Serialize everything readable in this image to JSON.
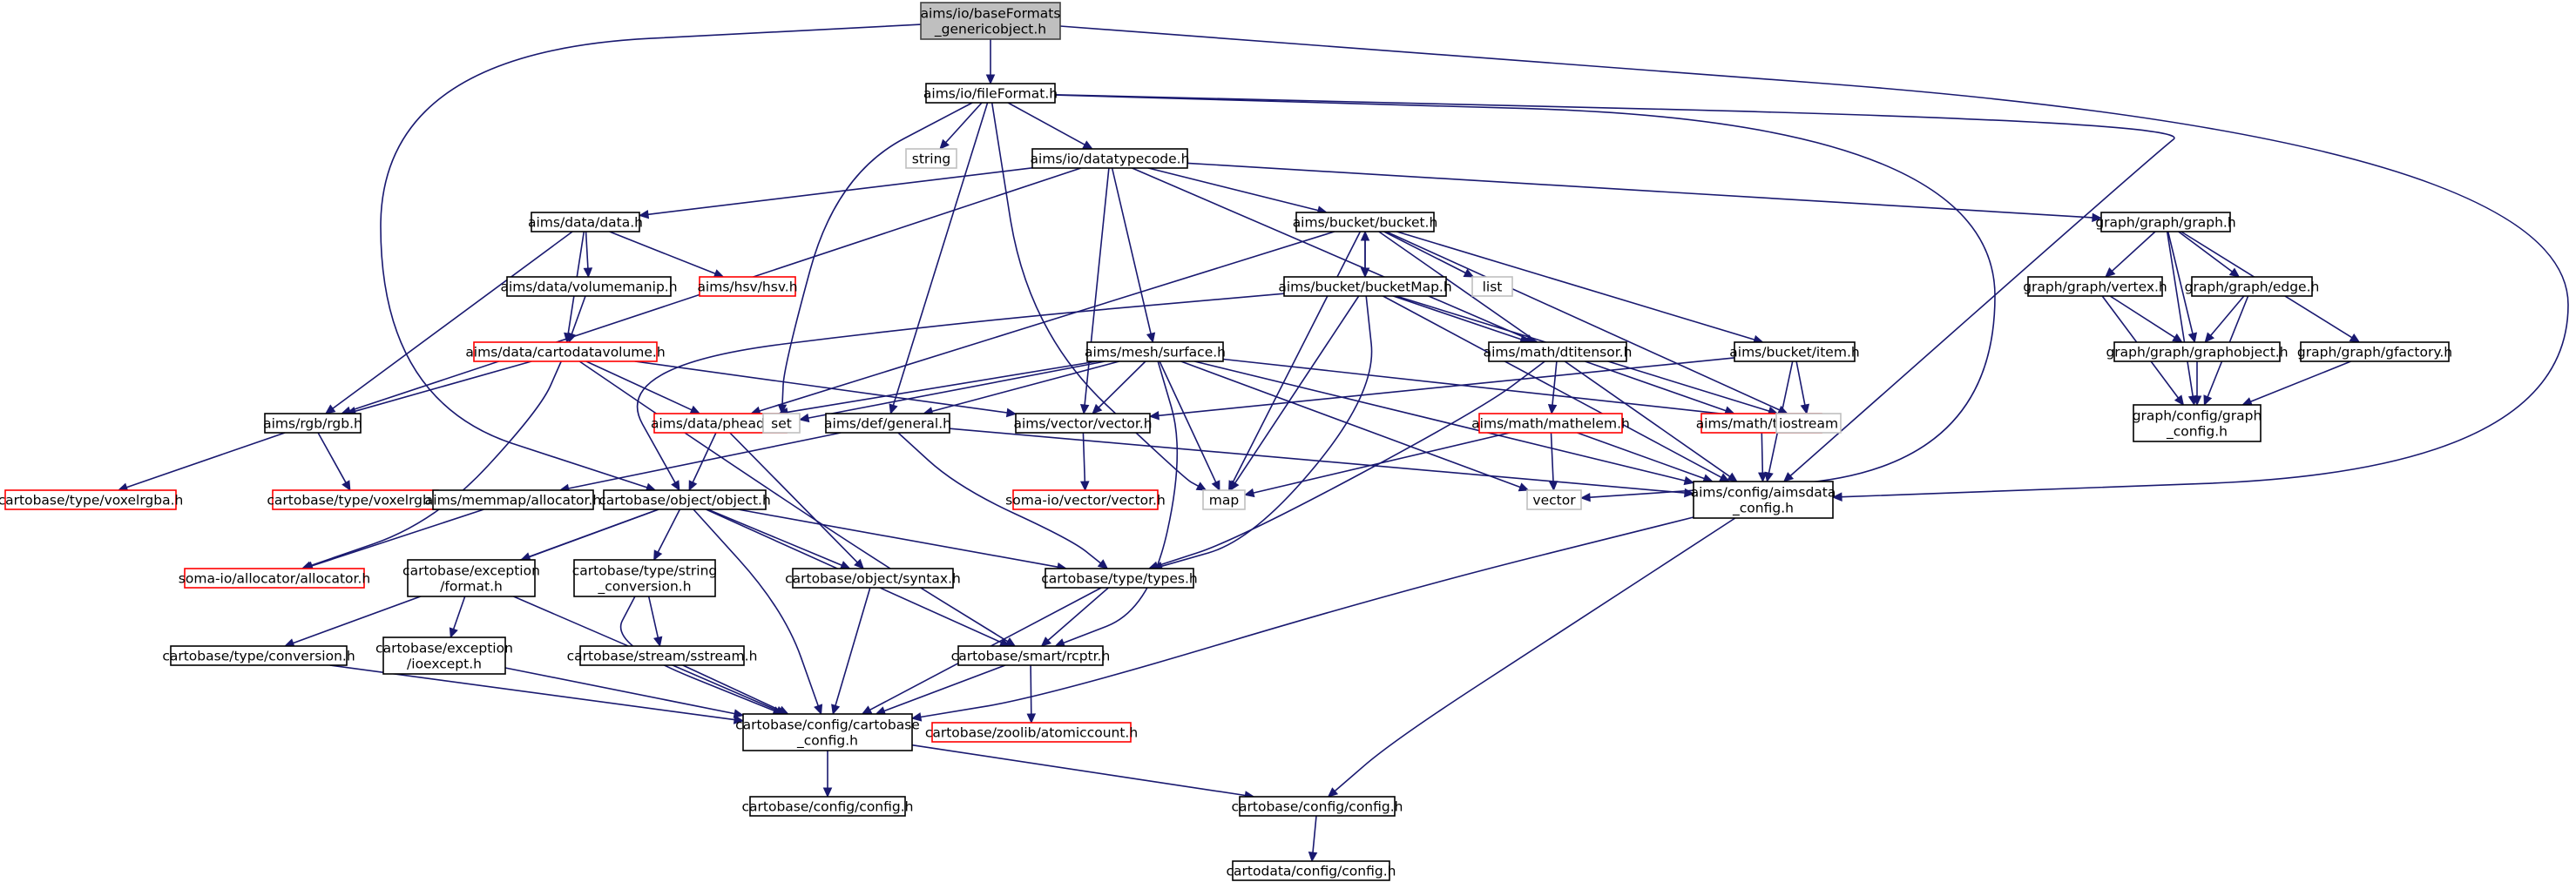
{
  "graph": {
    "title": "",
    "colors": {
      "edge": "#191970",
      "root_fill": "#bfbfbf",
      "root_border": "#404040",
      "documented_border": "#000000",
      "undocumented_border": "#ff0000",
      "system_border": "#bfbfbf",
      "text": "#000000",
      "background": "#ffffff"
    },
    "nodes": [
      {
        "id": "root",
        "lines": [
          "aims/io/baseFormats",
          "_genericobject.h"
        ],
        "kind": "root"
      },
      {
        "id": "fileFormat",
        "lines": [
          "aims/io/fileFormat.h"
        ],
        "kind": "documented"
      },
      {
        "id": "string",
        "lines": [
          "string"
        ],
        "kind": "system"
      },
      {
        "id": "datatypecode",
        "lines": [
          "aims/io/datatypecode.h"
        ],
        "kind": "documented"
      },
      {
        "id": "data",
        "lines": [
          "aims/data/data.h"
        ],
        "kind": "documented"
      },
      {
        "id": "volumemanip",
        "lines": [
          "aims/data/volumemanip.h"
        ],
        "kind": "documented"
      },
      {
        "id": "hsv",
        "lines": [
          "aims/hsv/hsv.h"
        ],
        "kind": "undocumented"
      },
      {
        "id": "cartodatavolume",
        "lines": [
          "aims/data/cartodatavolume.h"
        ],
        "kind": "undocumented"
      },
      {
        "id": "rgb",
        "lines": [
          "aims/rgb/rgb.h"
        ],
        "kind": "documented"
      },
      {
        "id": "voxelrgba",
        "lines": [
          "cartobase/type/voxelrgba.h"
        ],
        "kind": "undocumented"
      },
      {
        "id": "voxelrgb",
        "lines": [
          "cartobase/type/voxelrgb.h"
        ],
        "kind": "undocumented"
      },
      {
        "id": "pheader",
        "lines": [
          "aims/data/pheader.h"
        ],
        "kind": "undocumented"
      },
      {
        "id": "set",
        "lines": [
          "set"
        ],
        "kind": "system"
      },
      {
        "id": "general",
        "lines": [
          "aims/def/general.h"
        ],
        "kind": "documented"
      },
      {
        "id": "vectorh",
        "lines": [
          "aims/vector/vector.h"
        ],
        "kind": "documented"
      },
      {
        "id": "somavector",
        "lines": [
          "soma-io/vector/vector.h"
        ],
        "kind": "undocumented"
      },
      {
        "id": "surface",
        "lines": [
          "aims/mesh/surface.h"
        ],
        "kind": "documented"
      },
      {
        "id": "bucket",
        "lines": [
          "aims/bucket/bucket.h"
        ],
        "kind": "documented"
      },
      {
        "id": "bucketMap",
        "lines": [
          "aims/bucket/bucketMap.h"
        ],
        "kind": "documented"
      },
      {
        "id": "list",
        "lines": [
          "list"
        ],
        "kind": "system"
      },
      {
        "id": "item",
        "lines": [
          "aims/bucket/item.h"
        ],
        "kind": "documented"
      },
      {
        "id": "dtitensor",
        "lines": [
          "aims/math/dtitensor.h"
        ],
        "kind": "documented"
      },
      {
        "id": "mathelem",
        "lines": [
          "aims/math/mathelem.h"
        ],
        "kind": "undocumented"
      },
      {
        "id": "tensor",
        "lines": [
          "aims/math/tensor.h"
        ],
        "kind": "undocumented"
      },
      {
        "id": "iostream",
        "lines": [
          "iostream"
        ],
        "kind": "system"
      },
      {
        "id": "map",
        "lines": [
          "map"
        ],
        "kind": "system"
      },
      {
        "id": "vector",
        "lines": [
          "vector"
        ],
        "kind": "system"
      },
      {
        "id": "aimsdata_config",
        "lines": [
          "aims/config/aimsdata",
          "_config.h"
        ],
        "kind": "documented"
      },
      {
        "id": "graph",
        "lines": [
          "graph/graph/graph.h"
        ],
        "kind": "documented"
      },
      {
        "id": "vertex",
        "lines": [
          "graph/graph/vertex.h"
        ],
        "kind": "documented"
      },
      {
        "id": "edge",
        "lines": [
          "graph/graph/edge.h"
        ],
        "kind": "documented"
      },
      {
        "id": "graphobject",
        "lines": [
          "graph/graph/graphobject.h"
        ],
        "kind": "documented"
      },
      {
        "id": "gfactory",
        "lines": [
          "graph/graph/gfactory.h"
        ],
        "kind": "documented"
      },
      {
        "id": "graph_config",
        "lines": [
          "graph/config/graph",
          "_config.h"
        ],
        "kind": "documented"
      },
      {
        "id": "memmap_allocator",
        "lines": [
          "aims/memmap/allocator.h"
        ],
        "kind": "documented"
      },
      {
        "id": "somaallocator",
        "lines": [
          "soma-io/allocator/allocator.h"
        ],
        "kind": "undocumented"
      },
      {
        "id": "objecth",
        "lines": [
          "cartobase/object/object.h"
        ],
        "kind": "documented"
      },
      {
        "id": "exception_format",
        "lines": [
          "cartobase/exception",
          "/format.h"
        ],
        "kind": "documented"
      },
      {
        "id": "string_conversion",
        "lines": [
          "cartobase/type/string",
          "_conversion.h"
        ],
        "kind": "documented"
      },
      {
        "id": "syntax",
        "lines": [
          "cartobase/object/syntax.h"
        ],
        "kind": "documented"
      },
      {
        "id": "types",
        "lines": [
          "cartobase/type/types.h"
        ],
        "kind": "documented"
      },
      {
        "id": "conversion",
        "lines": [
          "cartobase/type/conversion.h"
        ],
        "kind": "documented"
      },
      {
        "id": "ioexcept",
        "lines": [
          "cartobase/exception",
          "/ioexcept.h"
        ],
        "kind": "documented"
      },
      {
        "id": "sstream",
        "lines": [
          "cartobase/stream/sstream.h"
        ],
        "kind": "documented"
      },
      {
        "id": "rcptr",
        "lines": [
          "cartobase/smart/rcptr.h"
        ],
        "kind": "documented"
      },
      {
        "id": "atomiccount",
        "lines": [
          "cartobase/zoolib/atomiccount.h"
        ],
        "kind": "undocumented"
      },
      {
        "id": "cartobase_config",
        "lines": [
          "cartobase/config/cartobase",
          "_config.h"
        ],
        "kind": "documented"
      },
      {
        "id": "cb_config_left",
        "lines": [
          "cartobase/config/config.h"
        ],
        "kind": "documented"
      },
      {
        "id": "cb_config_right",
        "lines": [
          "cartobase/config/config.h"
        ],
        "kind": "documented"
      },
      {
        "id": "cartodata_config",
        "lines": [
          "cartodata/config/config.h"
        ],
        "kind": "documented"
      }
    ],
    "edges": [
      [
        "root",
        "fileFormat"
      ],
      [
        "root",
        "objecth"
      ],
      [
        "root",
        "aimsdata_config"
      ],
      [
        "fileFormat",
        "string"
      ],
      [
        "fileFormat",
        "datatypecode"
      ],
      [
        "fileFormat",
        "set"
      ],
      [
        "fileFormat",
        "general"
      ],
      [
        "fileFormat",
        "map"
      ],
      [
        "fileFormat",
        "vector"
      ],
      [
        "fileFormat",
        "aimsdata_config"
      ],
      [
        "datatypecode",
        "data"
      ],
      [
        "datatypecode",
        "rgb"
      ],
      [
        "datatypecode",
        "bucket"
      ],
      [
        "datatypecode",
        "graph"
      ],
      [
        "datatypecode",
        "surface"
      ],
      [
        "datatypecode",
        "dtitensor"
      ],
      [
        "datatypecode",
        "vectorh"
      ],
      [
        "data",
        "volumemanip"
      ],
      [
        "data",
        "hsv"
      ],
      [
        "data",
        "cartodatavolume"
      ],
      [
        "data",
        "rgb"
      ],
      [
        "volumemanip",
        "cartodatavolume"
      ],
      [
        "cartodatavolume",
        "rgb"
      ],
      [
        "cartodatavolume",
        "pheader"
      ],
      [
        "cartodatavolume",
        "vectorh"
      ],
      [
        "cartodatavolume",
        "somaallocator"
      ],
      [
        "cartodatavolume",
        "rcptr"
      ],
      [
        "rgb",
        "voxelrgba"
      ],
      [
        "rgb",
        "voxelrgb"
      ],
      [
        "pheader",
        "objecth"
      ],
      [
        "pheader",
        "syntax"
      ],
      [
        "general",
        "memmap_allocator"
      ],
      [
        "general",
        "types"
      ],
      [
        "general",
        "aimsdata_config"
      ],
      [
        "vectorh",
        "somavector"
      ],
      [
        "surface",
        "set"
      ],
      [
        "surface",
        "general"
      ],
      [
        "surface",
        "pheader"
      ],
      [
        "surface",
        "vectorh"
      ],
      [
        "surface",
        "map"
      ],
      [
        "surface",
        "vector"
      ],
      [
        "surface",
        "iostream"
      ],
      [
        "surface",
        "rcptr"
      ],
      [
        "surface",
        "aimsdata_config"
      ],
      [
        "bucket",
        "bucketMap"
      ],
      [
        "bucket",
        "list"
      ],
      [
        "bucket",
        "item"
      ],
      [
        "bucket",
        "pheader"
      ],
      [
        "bucket",
        "map"
      ],
      [
        "bucket",
        "iostream"
      ],
      [
        "bucket",
        "aimsdata_config"
      ],
      [
        "bucketMap",
        "bucket"
      ],
      [
        "bucketMap",
        "dtitensor"
      ],
      [
        "bucketMap",
        "objecth"
      ],
      [
        "bucketMap",
        "map"
      ],
      [
        "bucketMap",
        "types"
      ],
      [
        "bucketMap",
        "iostream"
      ],
      [
        "bucketMap",
        "aimsdata_config"
      ],
      [
        "item",
        "vectorh"
      ],
      [
        "item",
        "iostream"
      ],
      [
        "item",
        "aimsdata_config"
      ],
      [
        "dtitensor",
        "mathelem"
      ],
      [
        "dtitensor",
        "tensor"
      ],
      [
        "dtitensor",
        "types"
      ],
      [
        "mathelem",
        "map"
      ],
      [
        "mathelem",
        "vector"
      ],
      [
        "mathelem",
        "aimsdata_config"
      ],
      [
        "tensor",
        "aimsdata_config"
      ],
      [
        "aimsdata_config",
        "cartobase_config"
      ],
      [
        "aimsdata_config",
        "cb_config_right"
      ],
      [
        "graph",
        "vertex"
      ],
      [
        "graph",
        "edge"
      ],
      [
        "graph",
        "graphobject"
      ],
      [
        "graph",
        "gfactory"
      ],
      [
        "graph",
        "graph_config"
      ],
      [
        "vertex",
        "graphobject"
      ],
      [
        "vertex",
        "graph_config"
      ],
      [
        "edge",
        "graphobject"
      ],
      [
        "edge",
        "graph_config"
      ],
      [
        "graphobject",
        "graph_config"
      ],
      [
        "gfactory",
        "graph_config"
      ],
      [
        "memmap_allocator",
        "somaallocator"
      ],
      [
        "objecth",
        "conversion"
      ],
      [
        "objecth",
        "exception_format"
      ],
      [
        "objecth",
        "string_conversion"
      ],
      [
        "objecth",
        "syntax"
      ],
      [
        "objecth",
        "types"
      ],
      [
        "objecth",
        "rcptr"
      ],
      [
        "objecth",
        "cartobase_config"
      ],
      [
        "exception_format",
        "ioexcept"
      ],
      [
        "exception_format",
        "cartobase_config"
      ],
      [
        "string_conversion",
        "sstream"
      ],
      [
        "string_conversion",
        "cartobase_config"
      ],
      [
        "syntax",
        "cartobase_config"
      ],
      [
        "types",
        "rcptr"
      ],
      [
        "types",
        "cartobase_config"
      ],
      [
        "conversion",
        "cartobase_config"
      ],
      [
        "ioexcept",
        "cartobase_config"
      ],
      [
        "sstream",
        "cartobase_config"
      ],
      [
        "rcptr",
        "cartobase_config"
      ],
      [
        "rcptr",
        "atomiccount"
      ],
      [
        "cartobase_config",
        "cb_config_left"
      ],
      [
        "cartobase_config",
        "cb_config_right"
      ],
      [
        "cb_config_right",
        "cartodata_config"
      ]
    ]
  }
}
